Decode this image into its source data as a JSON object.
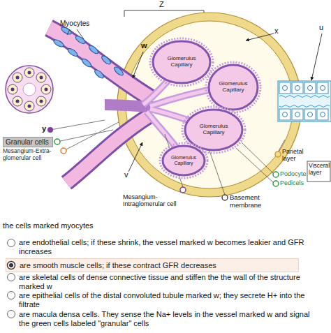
{
  "diagram": {
    "nodes": [
      {
        "text": [
          "Glomerulus Capillary"
        ]
      },
      {
        "text": [
          "Glomerulus Capillary"
        ]
      },
      {
        "text": [
          "Glomerulus Capillary"
        ]
      },
      {
        "text": [
          "Granular cells"
        ]
      },
      {
        "text": [
          "Glomerulus Capillary"
        ]
      },
      {
        "text": [
          "are smooth muscle cells; if these contract GFR decreases"
        ]
      }
    ],
    "labels": [
      "Z",
      "Myocytes",
      "w",
      "x",
      "u",
      "y",
      "Mesangium-Extra- glomerular cell",
      "v",
      "Mesangium- Intraglomerular cell",
      "Basement membrane",
      "Parietal layer",
      "Podocyte",
      "Visceral layer",
      "Pedicels",
      "the cells marked myocytes",
      "are endothelial cells; if these shrink, the vessel marked w becomes leakier and GFR increases",
      "are skeletal cells of dense connective tissue and stiffen the the wall of the structure marked w",
      "are epithelial cells of the distal convoluted tubule marked w; they secrete H+ into the filtrate",
      "are macula densa cells. They sense the Na+ levels in the vessel marked w and signal the green cells labeled \"granular\" cells"
    ]
  }
}
